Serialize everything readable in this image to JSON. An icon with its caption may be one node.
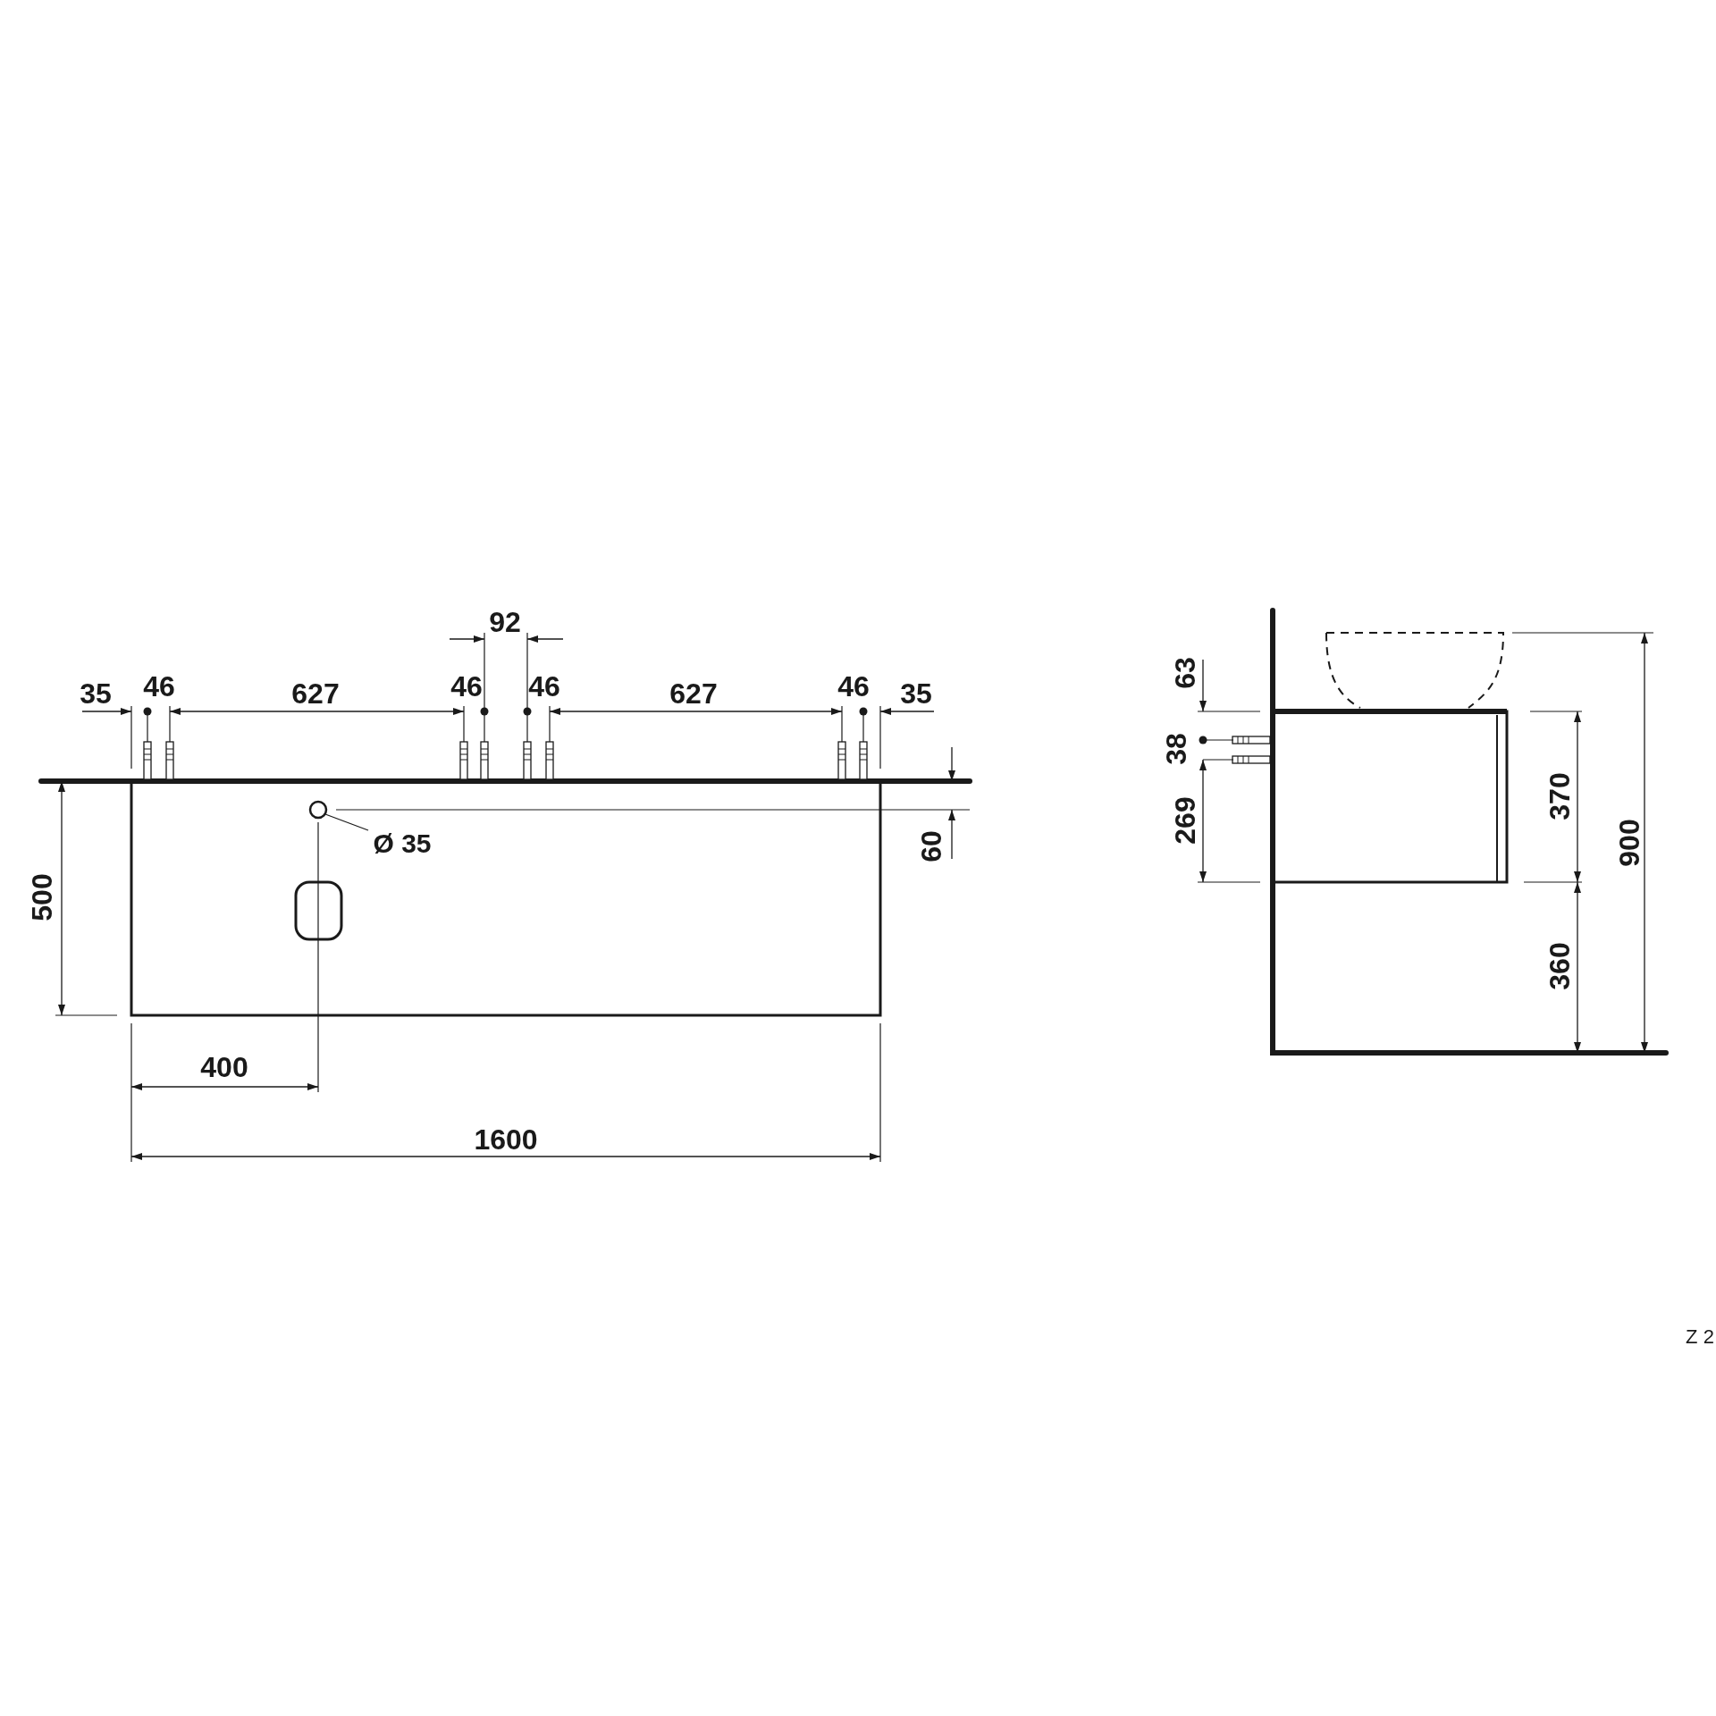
{
  "diagram": {
    "nodes": [
      {
        "text": [
          "Ø 35"
        ]
      },
      {
        "text": [],
        "shape": "circle"
      }
    ],
    "edges": [
      {
        "from": 0,
        "to": 1,
        "arrow": "none"
      }
    ],
    "labels": [
      "92",
      "35",
      "46",
      "627",
      "46",
      "46",
      "627",
      "46",
      "35",
      "63",
      "38",
      "269",
      "370",
      "900",
      "360",
      "500",
      "60",
      "400",
      "1600",
      "Z 2"
    ]
  }
}
